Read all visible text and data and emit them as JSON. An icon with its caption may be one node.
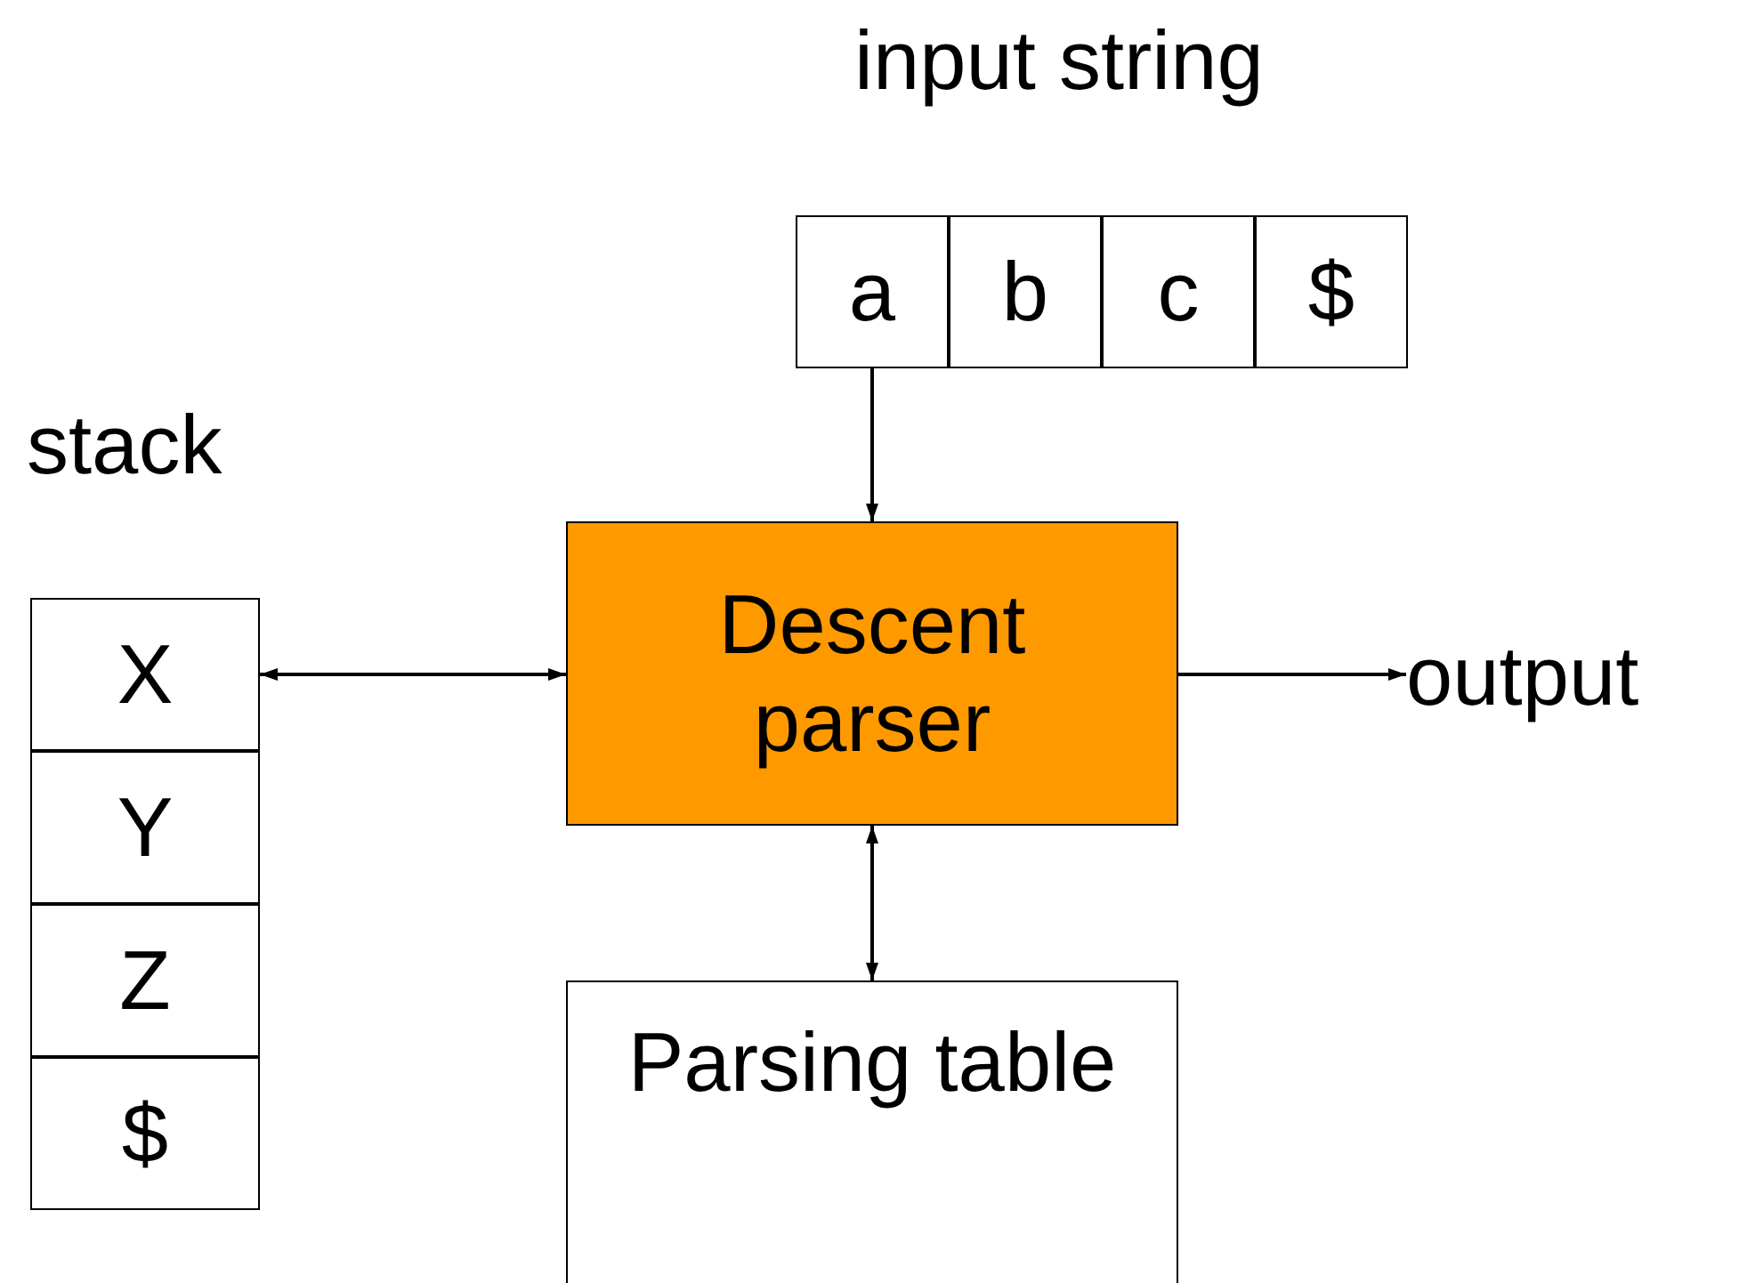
{
  "diagram": {
    "nodes": [
      {
        "text": [
          "a"
        ]
      },
      {
        "text": [
          "b"
        ]
      },
      {
        "text": [
          "c"
        ]
      },
      {
        "text": [
          "$"
        ]
      },
      {
        "text": [
          "X"
        ]
      },
      {
        "text": [
          "Y"
        ]
      },
      {
        "text": [
          "Z"
        ]
      },
      {
        "text": [
          "$"
        ]
      },
      {
        "text": [
          "Descent parser"
        ]
      },
      {
        "text": [
          "output"
        ]
      },
      {
        "text": [
          "Parsing table"
        ]
      }
    ],
    "edges": [
      {
        "from": 0,
        "to": 8,
        "arrow": "to"
      },
      {
        "from": 4,
        "to": 8,
        "arrow": "both"
      },
      {
        "from": 8,
        "to": 9,
        "arrow": "to"
      },
      {
        "from": 8,
        "to": 10,
        "arrow": "both"
      }
    ],
    "labels": [
      "input string",
      "stack"
    ]
  }
}
